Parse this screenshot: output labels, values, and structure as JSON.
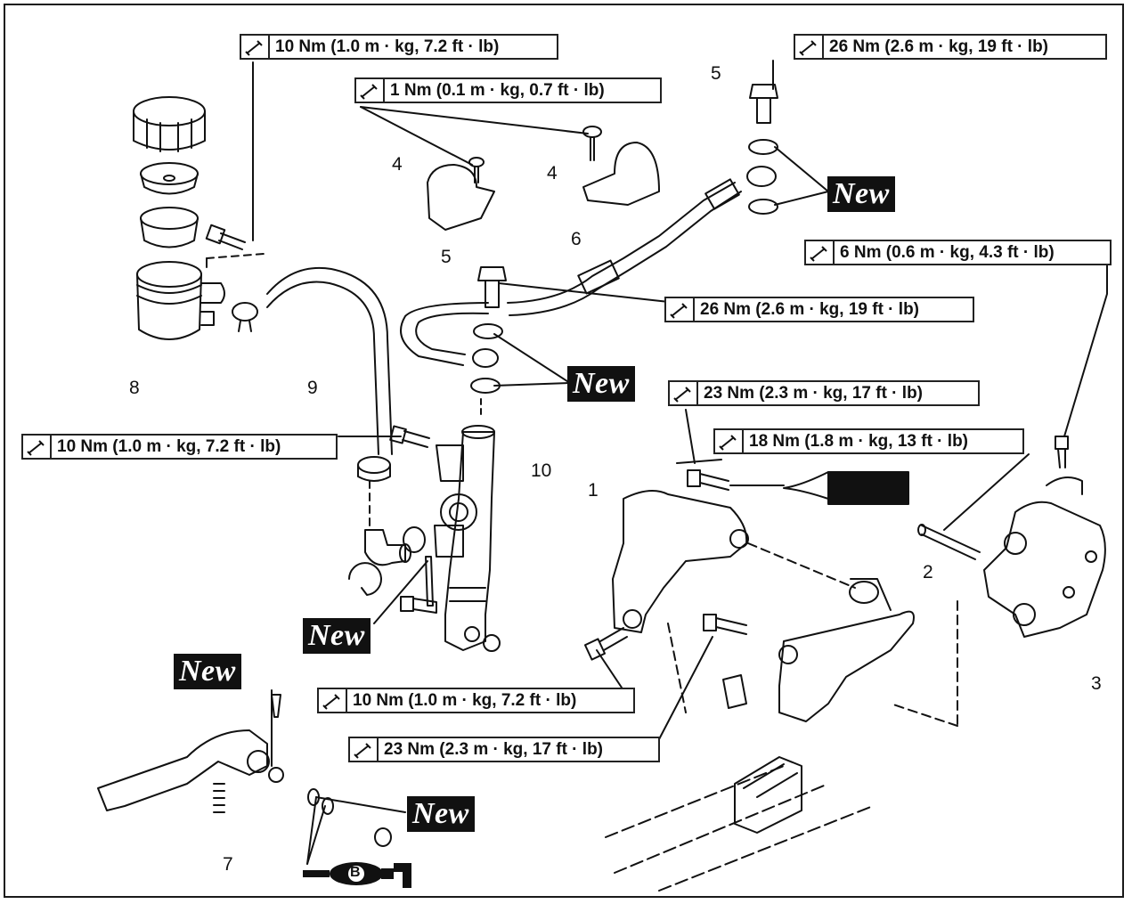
{
  "torque_specs": [
    {
      "text": "10 Nm (1.0 m · kg, 7.2 ft · lb)"
    },
    {
      "text": "1 Nm (0.1 m · kg, 0.7 ft · lb)"
    },
    {
      "text": "26 Nm (2.6 m · kg, 19 ft · lb)"
    },
    {
      "text": "6 Nm (0.6 m · kg, 4.3 ft · lb)"
    },
    {
      "text": "26 Nm (2.6 m · kg, 19 ft · lb)"
    },
    {
      "text": "23 Nm (2.3 m · kg, 17 ft · lb)"
    },
    {
      "text": "18 Nm (1.8 m · kg, 13 ft · lb)"
    },
    {
      "text": "10 Nm (1.0 m · kg, 7.2 ft · lb)"
    },
    {
      "text": "10 Nm (1.0 m · kg, 7.2 ft · lb)"
    },
    {
      "text": "23 Nm (2.3 m · kg, 17 ft · lb)"
    }
  ],
  "new_badge": "New",
  "callouts": [
    "1",
    "2",
    "3",
    "4",
    "4",
    "5",
    "5",
    "6",
    "7",
    "8",
    "9",
    "10"
  ],
  "grease_symbol": "B"
}
